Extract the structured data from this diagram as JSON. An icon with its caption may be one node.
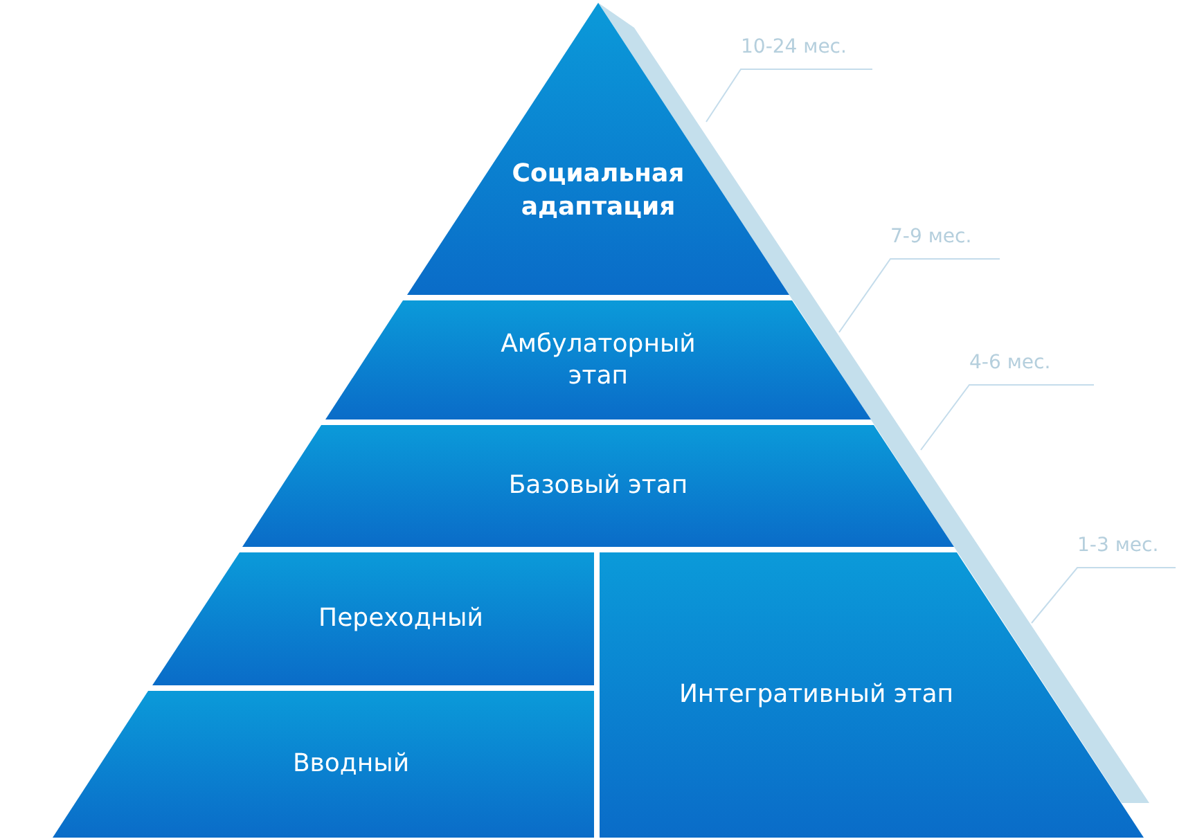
{
  "diagram": {
    "nodes": [
      {
        "text": [
          "Социальная адаптация"
        ]
      },
      {
        "text": [
          "Амбулаторный этап"
        ]
      },
      {
        "text": [
          "Базовый этап"
        ]
      },
      {
        "text": [
          "Переходный"
        ]
      },
      {
        "text": [
          "Интегративный этап"
        ]
      },
      {
        "text": [
          "Вводный"
        ]
      },
      {
        "text": [
          "10-24 мес."
        ]
      },
      {
        "text": [
          "7-9 мес."
        ]
      },
      {
        "text": [
          "4-6 мес."
        ]
      },
      {
        "text": [
          "1-3 мес."
        ]
      }
    ],
    "edges": [
      {
        "from": 6,
        "to": 0,
        "arrow": "none"
      },
      {
        "from": 7,
        "to": 1,
        "arrow": "none"
      },
      {
        "from": 8,
        "to": 2,
        "arrow": "none"
      },
      {
        "from": 9,
        "to": 4,
        "arrow": "none"
      }
    ]
  }
}
